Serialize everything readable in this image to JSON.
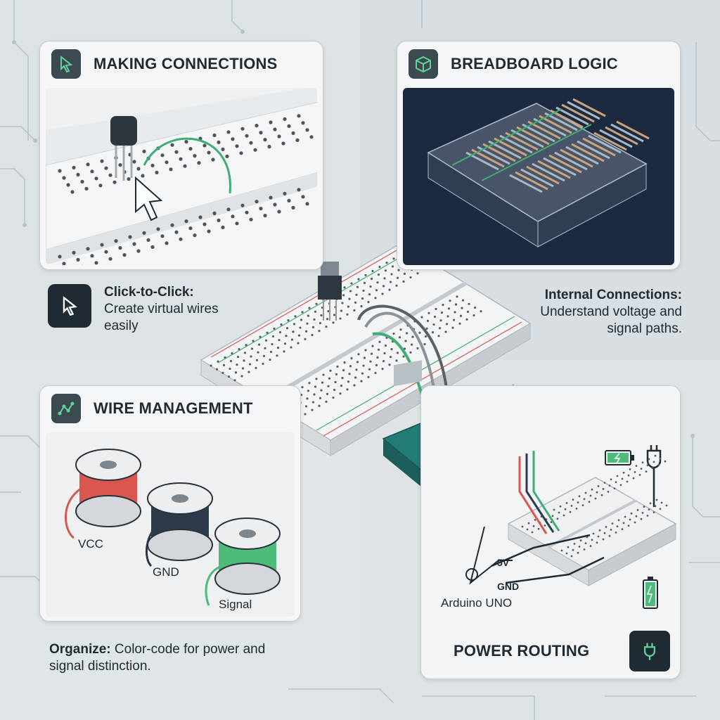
{
  "panels": {
    "making_connections": {
      "title": "MAKING CONNECTIONS"
    },
    "breadboard_logic": {
      "title": "BREADBOARD LOGIC"
    },
    "wire_management": {
      "title": "WIRE MANAGEMENT",
      "spools": [
        {
          "label": "VCC",
          "color": "#d9574f"
        },
        {
          "label": "GND",
          "color": "#2c3a4a"
        },
        {
          "label": "Signal",
          "color": "#4dbb7a"
        }
      ]
    },
    "power_routing": {
      "title": "POWER ROUTING",
      "board_label": "Arduino UNO",
      "pin_5v": "5V",
      "pin_gnd": "GND"
    }
  },
  "captions": {
    "click_to_click": {
      "heading": "Click-to-Click:",
      "body": "Create virtual wires easily"
    },
    "internal_connections": {
      "heading": "Internal Connections:",
      "body": "Understand voltage and signal paths."
    },
    "organize": {
      "heading": "Organize:",
      "body": "Color-code for power and signal distinction."
    }
  },
  "colors": {
    "accent_green": "#3fae74",
    "dark": "#1f2a33",
    "wire_red": "#d9574f",
    "panel_dark": "#1b2a40"
  },
  "icons": [
    "cursor-icon",
    "cube-icon",
    "network-icon",
    "plug-icon",
    "battery-icon"
  ]
}
